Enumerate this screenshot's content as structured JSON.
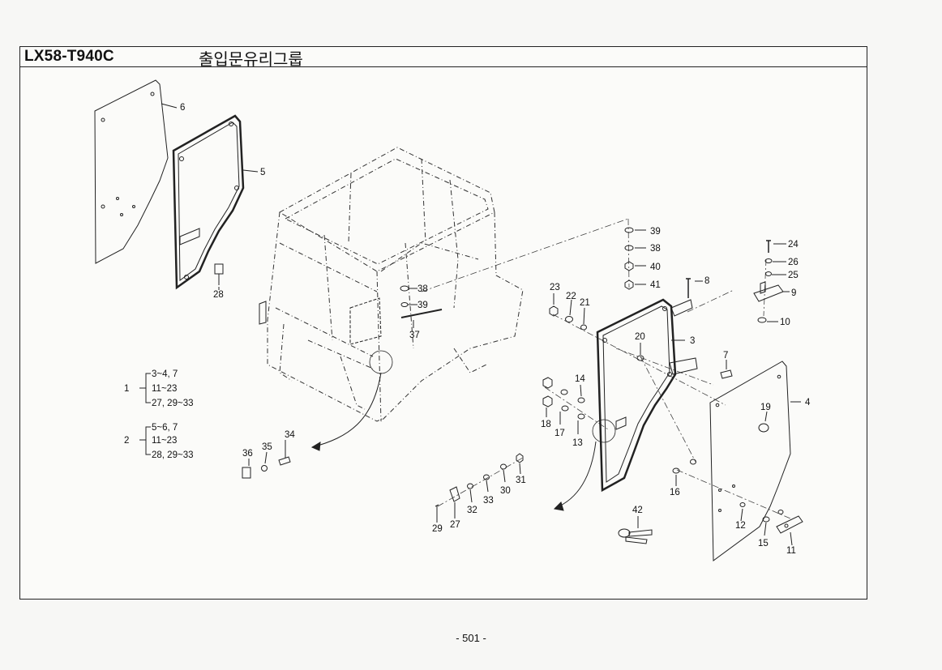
{
  "header": {
    "model": "LX58-T940C",
    "title": "출입문유리그룹"
  },
  "callouts": {
    "c1": "1",
    "c2": "2",
    "c3": "3",
    "c4": "4",
    "c5": "5",
    "c6": "6",
    "c7": "7",
    "c8": "8",
    "c9": "9",
    "c10": "10",
    "c11": "11",
    "c12": "12",
    "c13": "13",
    "c14": "14",
    "c15": "15",
    "c16": "16",
    "c17": "17",
    "c18": "18",
    "c19": "19",
    "c20": "20",
    "c21": "21",
    "c22": "22",
    "c23": "23",
    "c24": "24",
    "c25": "25",
    "c26": "26",
    "c27": "27",
    "c28": "28",
    "c29": "29",
    "c30": "30",
    "c31": "31",
    "c32": "32",
    "c33": "33",
    "c34": "34",
    "c35": "35",
    "c36": "36",
    "c37": "37",
    "c38a": "38",
    "c38b": "38",
    "c39a": "39",
    "c39b": "39",
    "c40": "40",
    "c41": "41",
    "c42": "42"
  },
  "legend": {
    "group1": {
      "number": "1",
      "lines": [
        "3~4, 7",
        "11~23",
        "27, 29~33"
      ]
    },
    "group2": {
      "number": "2",
      "lines": [
        "5~6, 7",
        "11~23",
        "28, 29~33"
      ]
    }
  },
  "footer": {
    "page": "- 501 -"
  }
}
